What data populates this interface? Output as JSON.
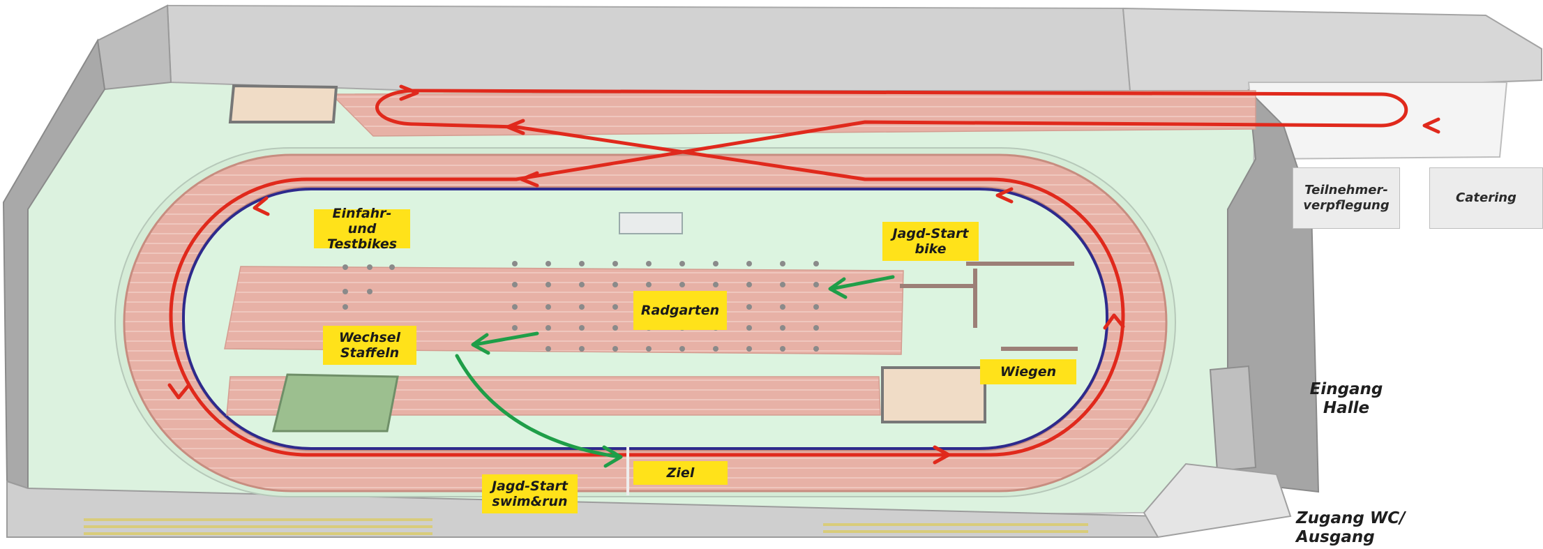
{
  "labels": {
    "einfahr": "Einfahr- und\nTestbikes",
    "jagd_bike": "Jagd-Start\nbike",
    "radgarten": "Radgarten",
    "wechsel": "Wechsel\nStaffeln",
    "wiegen": "Wiegen",
    "ziel": "Ziel",
    "jagd_swimrun": "Jagd-Start\nswim&run"
  },
  "facilities": {
    "verpflegung": "Teilnehmer-\nverpflegung",
    "catering": "Catering"
  },
  "access": {
    "eingang": "Eingang\nHalle",
    "zugang": "Zugang WC/\nAusgang"
  },
  "colors": {
    "course": "#e0291c",
    "inner_line": "#2e2a8c",
    "arrow_green": "#1f9e48",
    "label_bg": "#ffe21a",
    "track": "#e8b3a8",
    "infield": "#d7f0db",
    "wall": "#c9c9c9"
  }
}
